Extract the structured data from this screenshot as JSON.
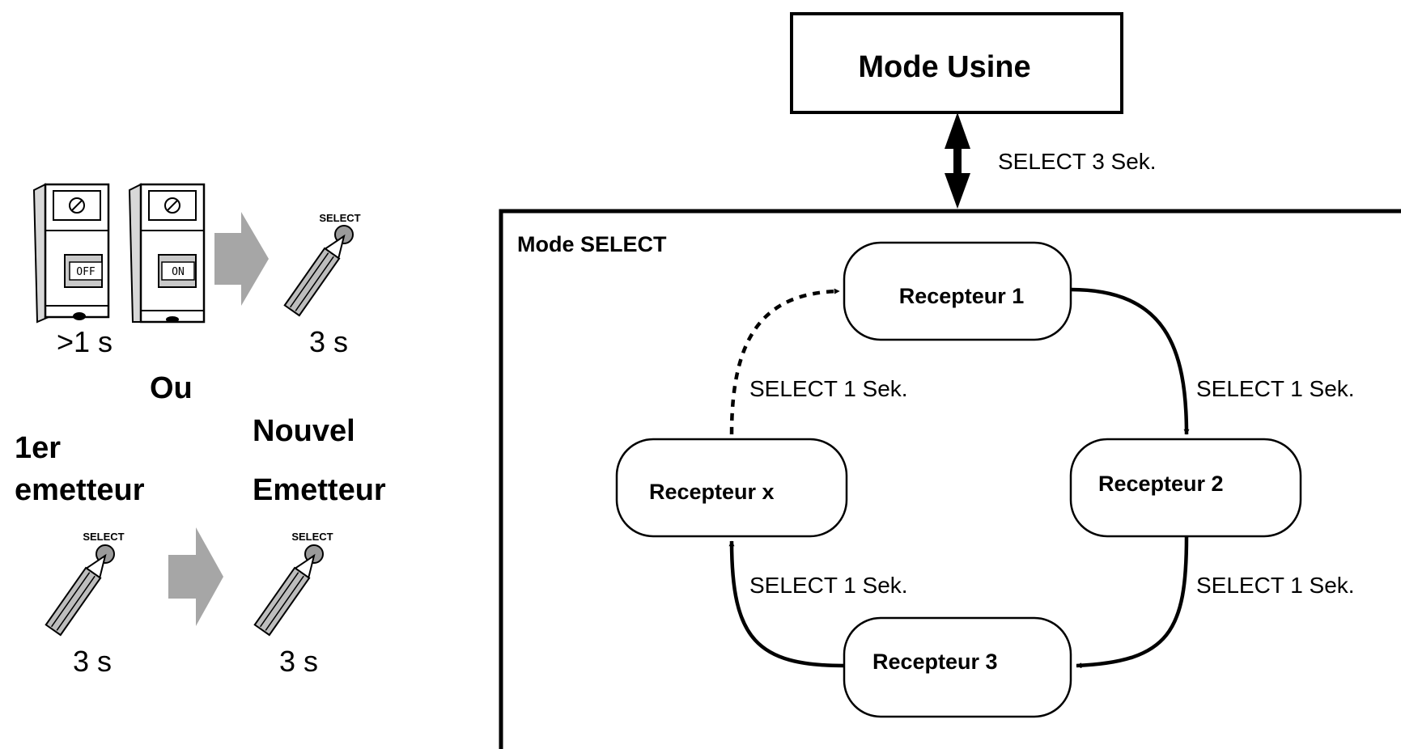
{
  "colors": {
    "ink": "#000000",
    "paper": "#ffffff",
    "arrow_gray": "#a6a6a6",
    "button_gray": "#9a9a9a",
    "breaker_shade": "#c9c9c9"
  },
  "instructions": {
    "breaker_off_label": "OFF",
    "breaker_on_label": "ON",
    "select_label": "SELECT",
    "time_off": ">1 s",
    "time_select_1": "3 s",
    "or_label": "Ou",
    "first_emitter_line1": "1er",
    "first_emitter_line2": "emetteur",
    "new_emitter_line1": "Nouvel",
    "new_emitter_line2": "Emetteur",
    "time_first": "3 s",
    "time_new": "3 s"
  },
  "diagram": {
    "factory_mode": "Mode Usine",
    "factory_transition": "SELECT 3 Sek.",
    "select_mode_title": "Mode SELECT",
    "nodes": {
      "r1": "Recepteur 1",
      "r2": "Recepteur 2",
      "r3": "Recepteur 3",
      "rx": "Recepteur x"
    },
    "edges": {
      "r1_to_r2": "SELECT 1 Sek.",
      "r2_to_r3": "SELECT 1 Sek.",
      "r3_to_rx": "SELECT 1 Sek.",
      "rx_to_r1": "SELECT 1 Sek."
    }
  }
}
